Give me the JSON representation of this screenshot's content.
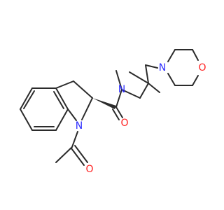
{
  "atoms": {
    "n_indoline": "N",
    "n_amide": "N",
    "n_morpholine": "N",
    "o_morpholine": "O",
    "o_amide": "O",
    "o_acetyl": "O"
  },
  "colors": {
    "bond": "#2b2b2b",
    "nitrogen": "#2d2dff",
    "oxygen": "#ff2020",
    "background": "#ffffff"
  }
}
